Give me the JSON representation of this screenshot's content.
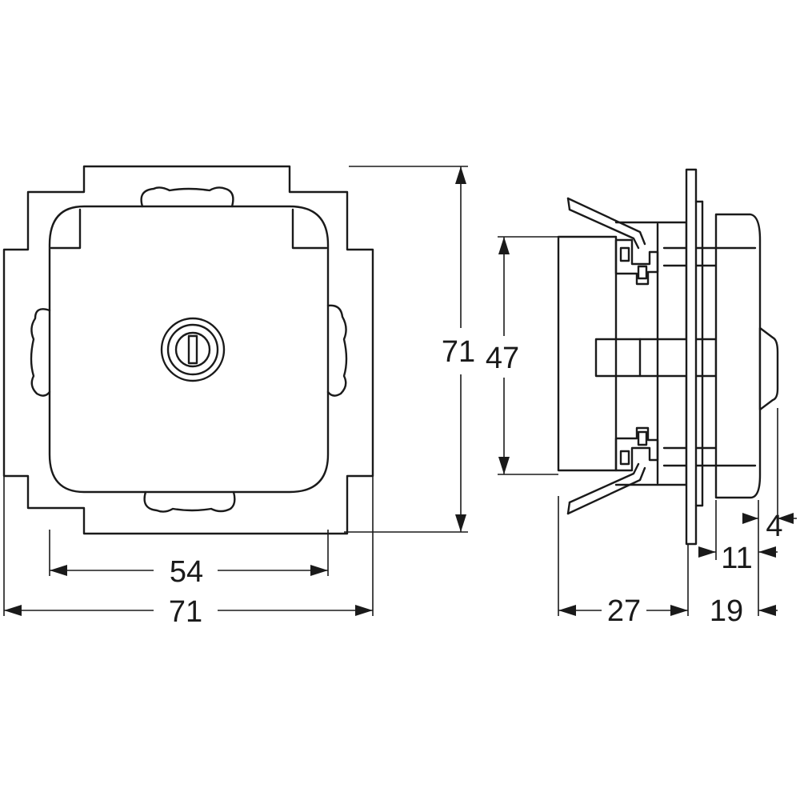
{
  "drawing": {
    "line_color": "#1a1a1a",
    "background": "#ffffff"
  },
  "dimensions": {
    "front_inner_width": "54",
    "front_outer_width": "71",
    "front_height": "71",
    "side_body_height": "47",
    "side_depth": "27",
    "side_cover_depth": "19",
    "side_cover_inner": "11",
    "side_knob_depth": "4"
  }
}
